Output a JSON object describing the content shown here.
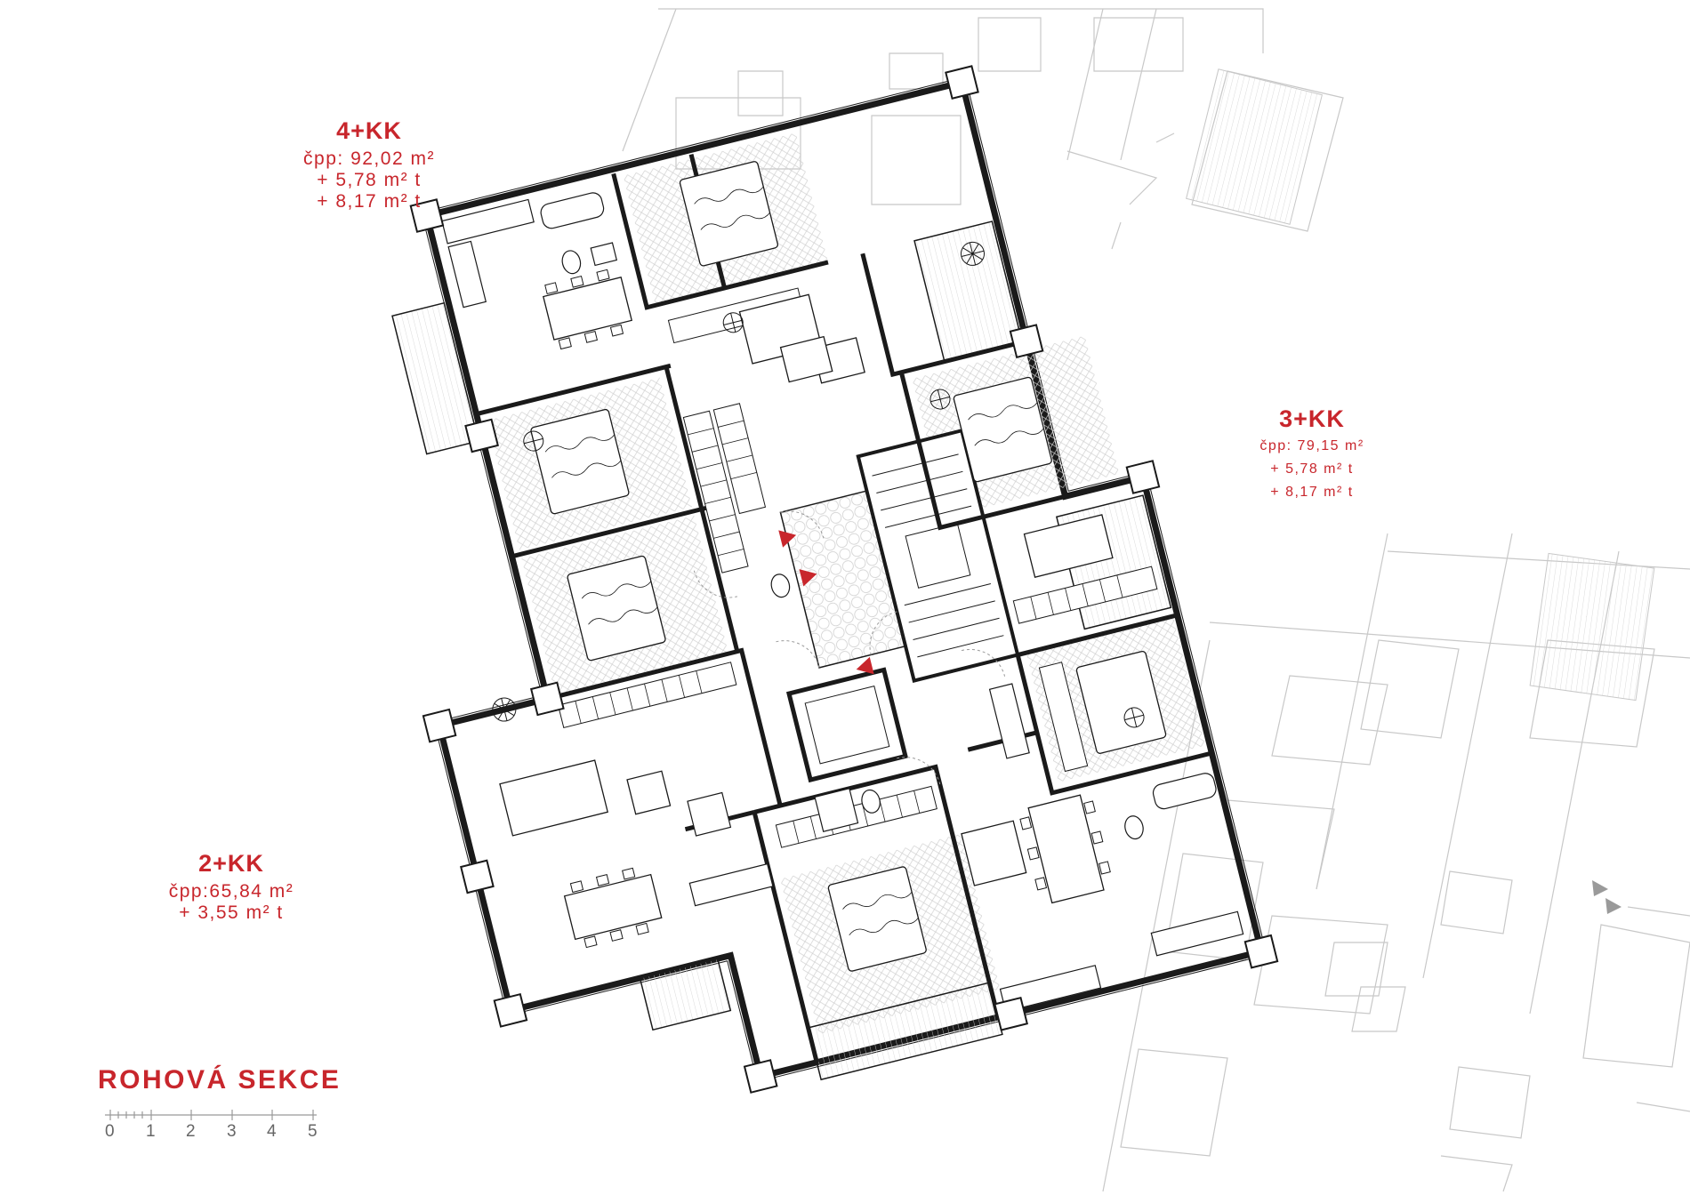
{
  "units": [
    {
      "name": "4+KK",
      "lines": [
        "čpp: 92,02 m²",
        "+ 5,78 m² t",
        "+ 8,17 m² t"
      ]
    },
    {
      "name": "3+KK",
      "lines": [
        "čpp: 79,15 m²",
        "+ 5,78 m² t",
        "+ 8,17 m² t"
      ]
    },
    {
      "name": "2+KK",
      "lines": [
        "čpp:65,84 m²",
        "+ 3,55 m² t"
      ]
    }
  ],
  "section_title": "ROHOVÁ SEKCE",
  "scale_bar": {
    "labels": [
      "0",
      "1",
      "2",
      "3",
      "4",
      "5"
    ],
    "unit": "m"
  },
  "colors": {
    "accent": "#c8262c",
    "line": "#1a1a1a",
    "faded_line": "#bdbdbd",
    "wall_fill": "#ffffff"
  },
  "entrance_markers": 3,
  "context_arrows": 2
}
